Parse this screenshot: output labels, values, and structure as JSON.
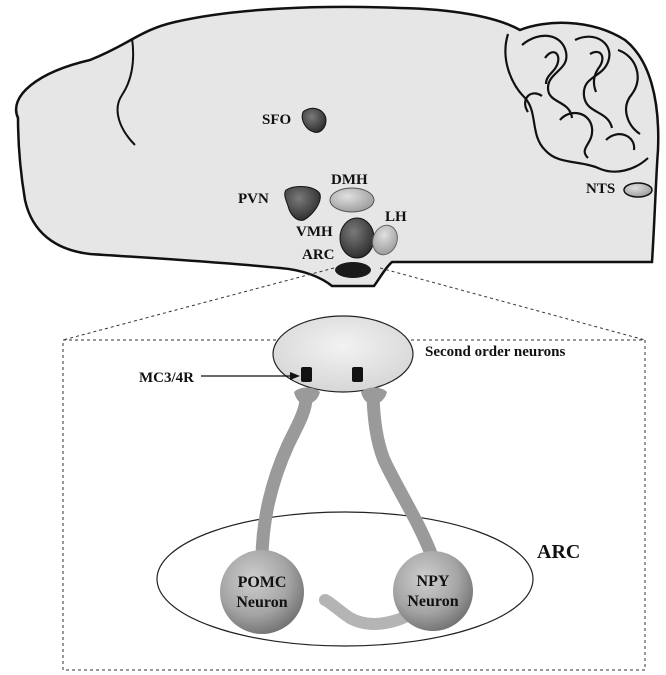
{
  "brain": {
    "regions": {
      "sfo": "SFO",
      "dmh": "DMH",
      "pvn": "PVN",
      "lh": "LH",
      "vmh": "VMH",
      "arc": "ARC",
      "nts": "NTS"
    }
  },
  "inset": {
    "target_label": "Second order neurons",
    "receptor_label": "MC3/4R",
    "arc_label": "ARC",
    "pomc": {
      "line1": "POMC",
      "line2": "Neuron"
    },
    "npy": {
      "line1": "NPY",
      "line2": "Neuron"
    }
  },
  "colors": {
    "brain_fill": "#e6e6e6",
    "outline": "#111111",
    "dark_nucleus": "#444444",
    "light_nucleus": "#bdbdbd",
    "projection": "#9a9a9a",
    "neuron": "#9c9c9c"
  }
}
